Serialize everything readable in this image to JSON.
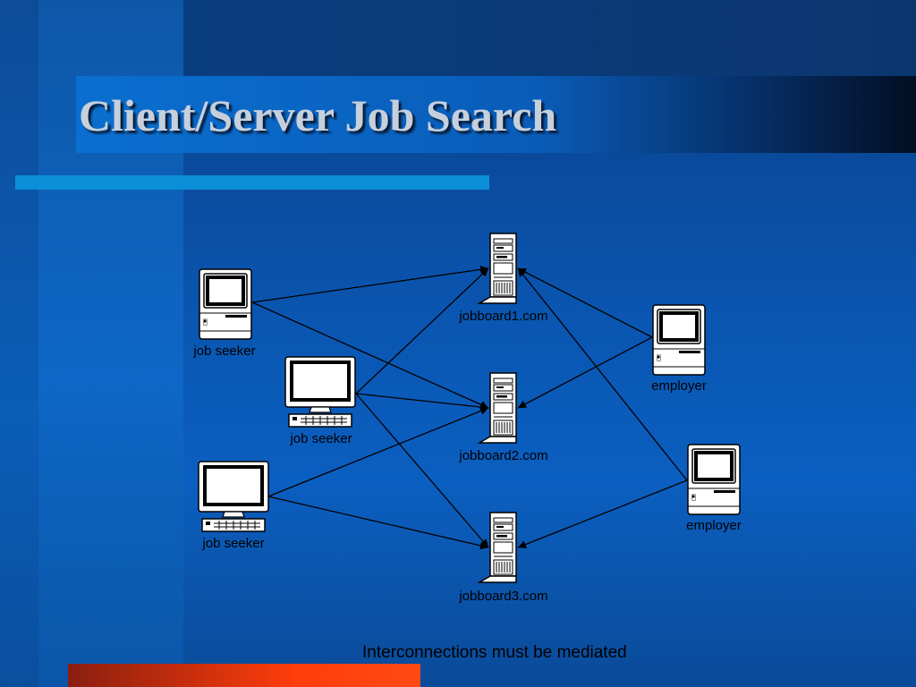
{
  "slide": {
    "title": "Client/Server Job Search",
    "caption": "Interconnections must be mediated"
  },
  "nodes": {
    "jobboard1": {
      "label": "jobboard1.com",
      "icon": "server-tower-icon"
    },
    "jobboard2": {
      "label": "jobboard2.com",
      "icon": "server-tower-icon"
    },
    "jobboard3": {
      "label": "jobboard3.com",
      "icon": "server-tower-icon"
    },
    "seeker1": {
      "label": "job seeker",
      "icon": "compact-computer-icon"
    },
    "seeker2": {
      "label": "job seeker",
      "icon": "desktop-computer-icon"
    },
    "seeker3": {
      "label": "job seeker",
      "icon": "desktop-computer-icon"
    },
    "employer1": {
      "label": "employer",
      "icon": "compact-computer-icon"
    },
    "employer2": {
      "label": "employer",
      "icon": "compact-computer-icon"
    }
  },
  "edges": [
    {
      "from": "seeker1",
      "to": "jobboard1"
    },
    {
      "from": "seeker1",
      "to": "jobboard2"
    },
    {
      "from": "seeker2",
      "to": "jobboard1"
    },
    {
      "from": "seeker2",
      "to": "jobboard2"
    },
    {
      "from": "seeker2",
      "to": "jobboard3"
    },
    {
      "from": "seeker3",
      "to": "jobboard2"
    },
    {
      "from": "seeker3",
      "to": "jobboard3"
    },
    {
      "from": "employer1",
      "to": "jobboard1"
    },
    {
      "from": "employer1",
      "to": "jobboard2"
    },
    {
      "from": "employer2",
      "to": "jobboard1"
    },
    {
      "from": "employer2",
      "to": "jobboard3"
    }
  ],
  "colors": {
    "background": "#0b5cb8",
    "title_text": "#c6d0dc",
    "accent_bar": "#0b8fd8",
    "bottom_bar": "#ff3d0a",
    "lines": "#000000"
  }
}
